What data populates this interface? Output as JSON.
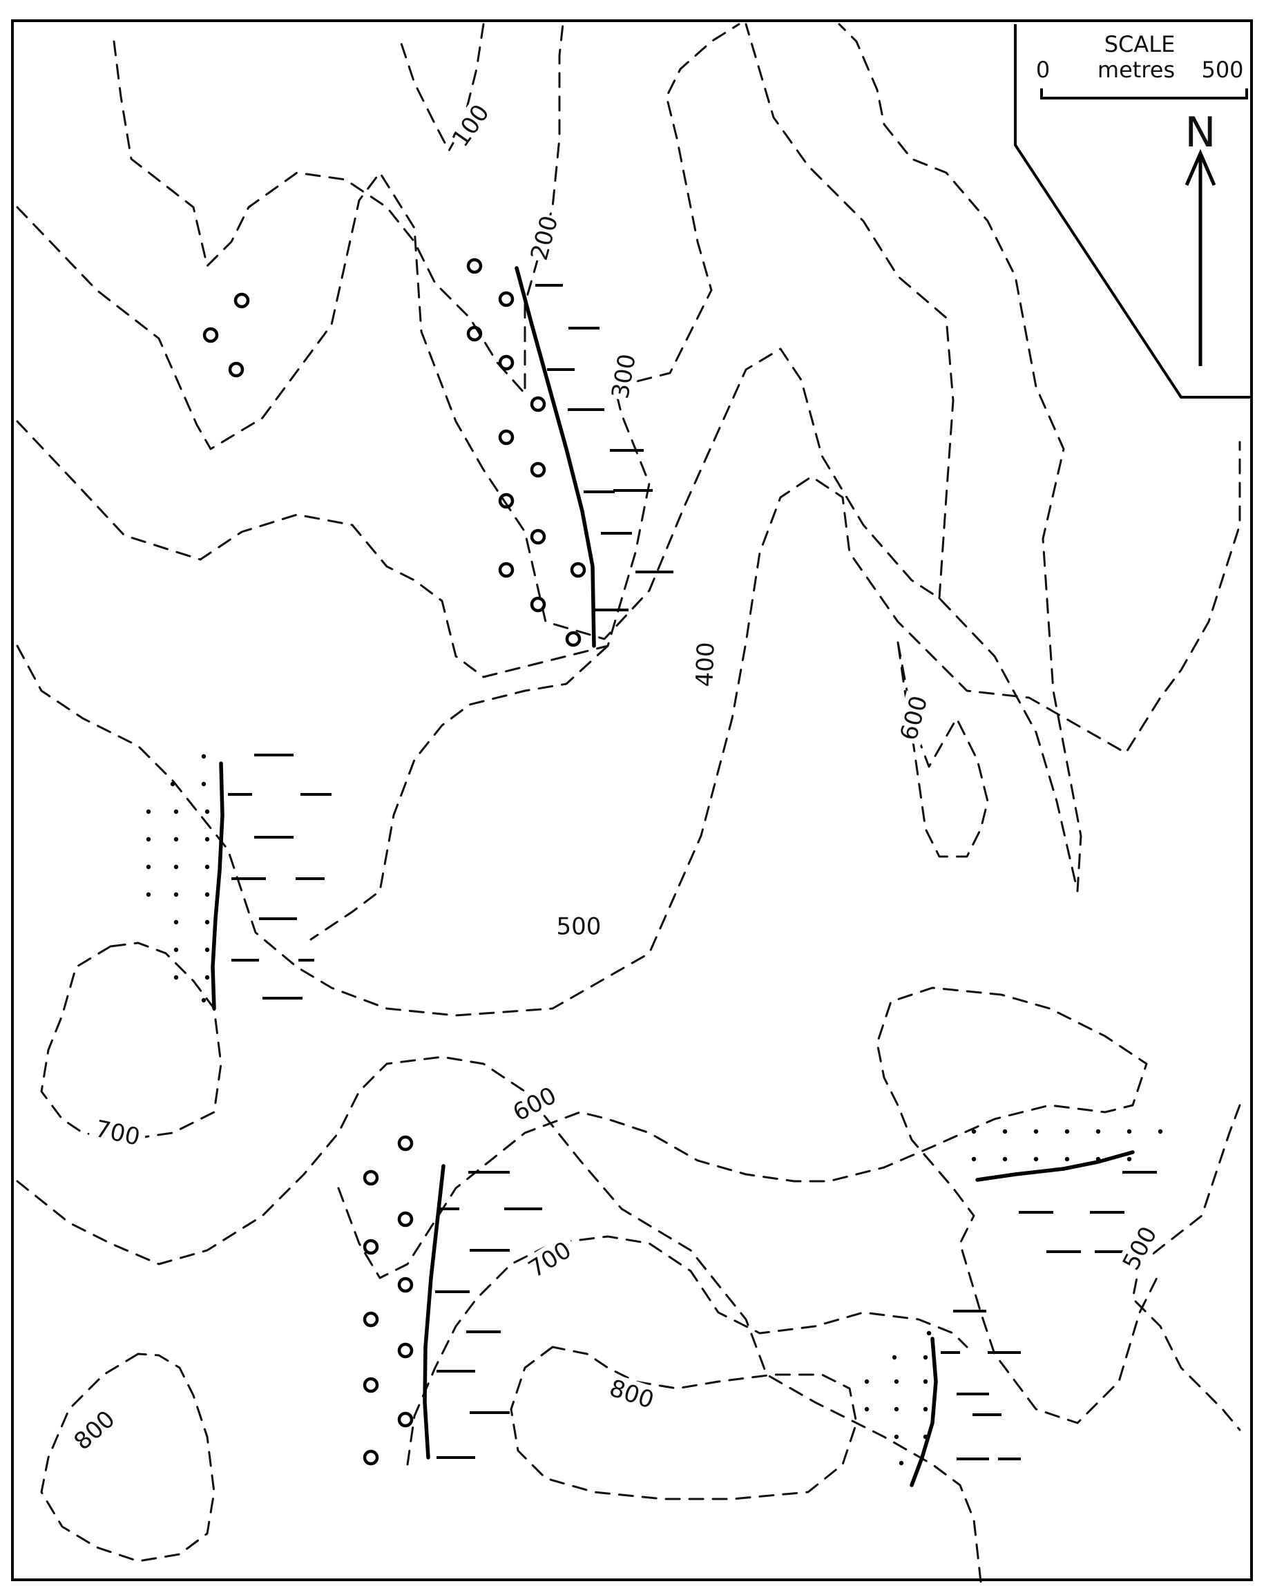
{
  "map": {
    "contour_labels": [
      "100",
      "200",
      "300",
      "400",
      "500",
      "500",
      "600",
      "600",
      "700",
      "700",
      "800",
      "800"
    ],
    "legend": {
      "title": "SCALE",
      "scale_start": "0",
      "scale_unit": "metres",
      "scale_end": "500",
      "north_label": "N"
    },
    "colors": {
      "ink": "#111111",
      "paper": "#ffffff"
    }
  }
}
